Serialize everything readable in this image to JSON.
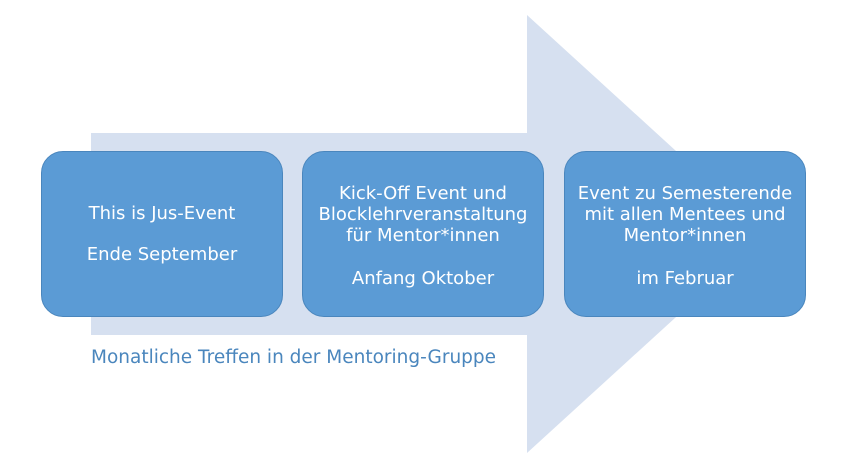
{
  "diagram": {
    "stages": [
      {
        "title": "This is Jus-Event",
        "date": "Ende September"
      },
      {
        "title": "Kick-Off Event und Blocklehrveranstaltung für Mentor*innen",
        "date": "Anfang Oktober"
      },
      {
        "title": "Event zu Semesterende mit allen Mentees und Mentor*innen",
        "date": "im Februar"
      }
    ],
    "caption": "Monatliche Treffen in der Mentoring-Gruppe",
    "colors": {
      "arrow": "#d6e0f0",
      "box": "#5b9bd5",
      "box_text": "#ffffff",
      "caption": "#4a86bd"
    }
  }
}
